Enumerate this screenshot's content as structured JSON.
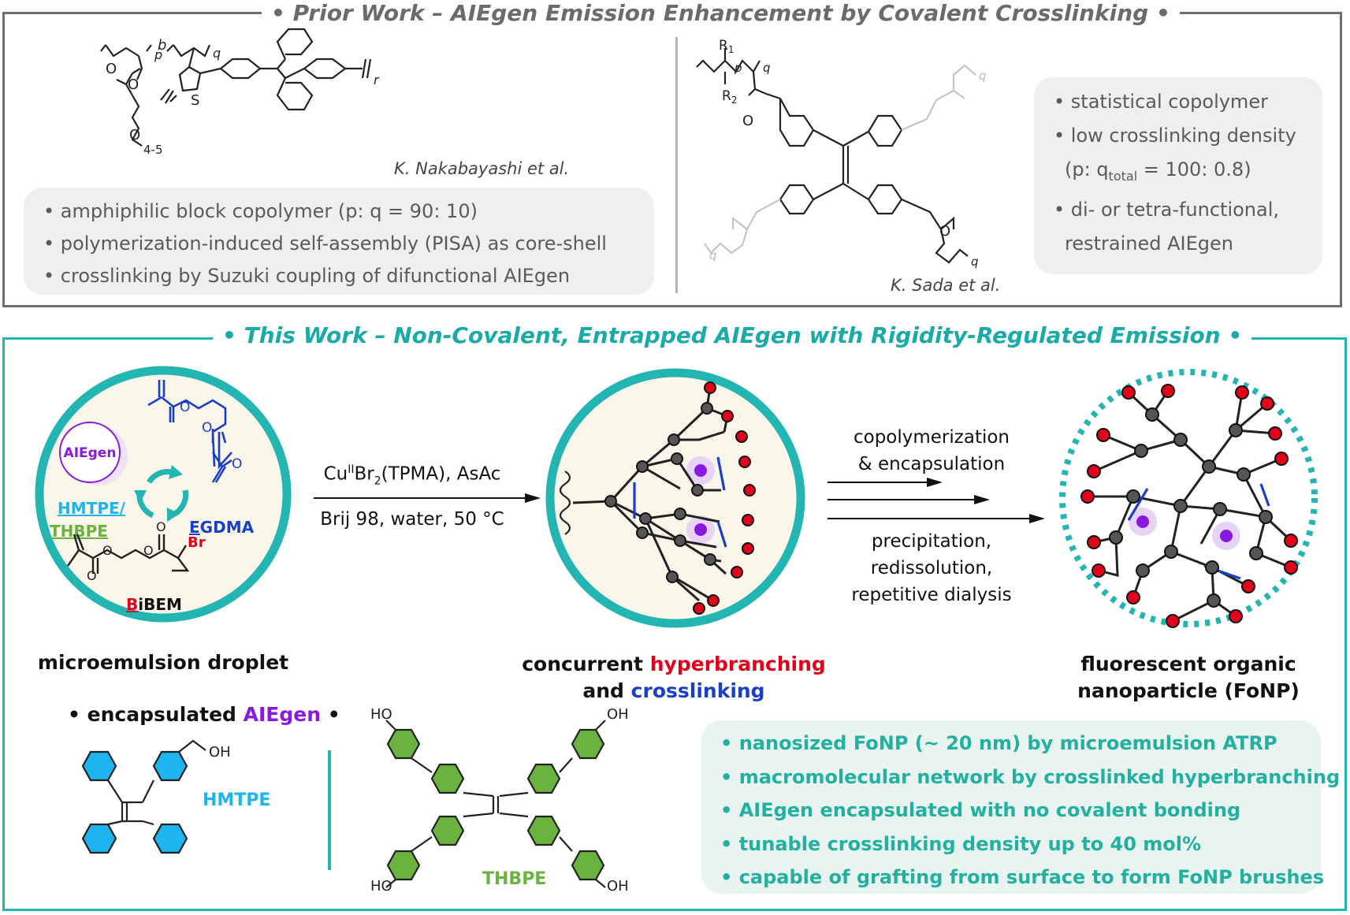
{
  "prior_work": {
    "title": "• Prior Work – AIEgen Emission Enhancement by Covalent Crosslinking •",
    "left": {
      "citation": "K. Nakabayashi et al.",
      "bullets": [
        "• amphiphilic block copolymer (p: q = 90: 10)",
        "• polymerization-induced self-assembly (PISA) as core-shell",
        "• crosslinking by Suzuki coupling of difunctional AIEgen"
      ],
      "structure_labels": {
        "p": "p",
        "b": "b",
        "q": "q",
        "S": "S",
        "O1": "O",
        "O2": "O",
        "O3": "O",
        "n": "4-5",
        "r": "r"
      }
    },
    "right": {
      "citation": "K. Sada et al.",
      "structure_labels": {
        "R1": "R",
        "R1_sub": "1",
        "R2": "R",
        "R2_sub": "2",
        "p": "p",
        "q": "q",
        "q2": "q",
        "q3": "q",
        "q4": "q"
      },
      "bullets": {
        "b1": "• statistical copolymer",
        "b2": "• low crosslinking density",
        "b2_pre": "(p: q",
        "b2_sub": "total",
        "b2_post": " = 100: 0.8)",
        "b3a": "• di- or tetra-functional,",
        "b3b": "restrained AIEgen"
      }
    }
  },
  "this_work": {
    "title": "• This Work – Non-Covalent, Entrapped AIEgen with Rigidity-Regulated Emission •",
    "droplet": {
      "aiegen": "AIEgen",
      "hmtpe": "HMTPE/",
      "thbpe": "THBPE",
      "egdma_first": "E",
      "egdma_rest": "GDMA",
      "br": "Br",
      "bibem_first": "B",
      "bibem_rest": "iBEM",
      "caption": "microemulsion droplet"
    },
    "conditions": {
      "line1_pre": "Cu",
      "line1_sup": "II",
      "line1_mid": "Br",
      "line1_sub": "2",
      "line1_post": "(TPMA), AsAc",
      "line2": "Brij 98, water, 50 °C"
    },
    "middle": {
      "cap_pre": "concurrent ",
      "cap_red": "hyperbranching",
      "cap_and": "and ",
      "cap_blue": "crosslinking"
    },
    "steps": {
      "top1": "copolymerization",
      "top2": "& encapsulation",
      "bot1": "precipitation,",
      "bot2": "redissolution,",
      "bot3": "repetitive dialysis"
    },
    "fonp": {
      "cap1": "fluorescent organic",
      "cap2": "nanoparticle (FoNP)"
    },
    "encapsulated": {
      "pre": "• encapsulated ",
      "aiegen": "AIEgen",
      "post": " •"
    },
    "hmtpe": {
      "name": "HMTPE",
      "oh": "OH"
    },
    "thbpe": {
      "name": "THBPE",
      "ho1": "HO",
      "oh1": "OH",
      "ho2": "HO",
      "oh2": "OH"
    },
    "bullets": [
      "• nanosized FoNP (~ 20 nm) by microemulsion ATRP",
      "• macromolecular network by crosslinked hyperbranching",
      "• AIEgen encapsulated with no covalent bonding",
      "• tunable crosslinking density up to 40 mol%",
      "• capable of grafting from surface to form FoNP brushes"
    ]
  },
  "colors": {
    "teal": "#23b5b2",
    "grey_frame": "#6e6e6e",
    "red_node": "#e3001b",
    "grey_node": "#555555",
    "blue_link": "#1a3fc7",
    "purple": "#8a19e0",
    "hmtpe_blue": "#1eb4ee",
    "thbpe_green": "#6ab33e"
  }
}
